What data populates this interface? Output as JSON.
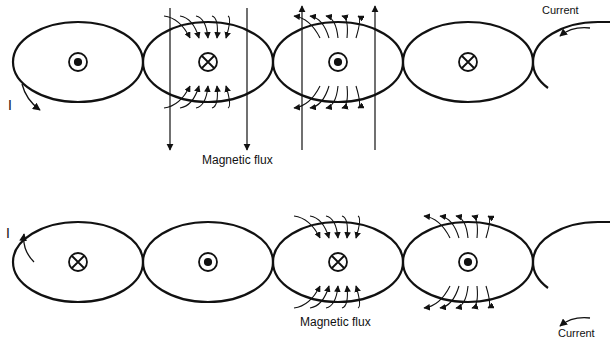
{
  "diagram": {
    "labels": [
      "Current",
      "I",
      "Magnetic flux",
      "I",
      "Magnetic flux",
      "Current"
    ]
  }
}
